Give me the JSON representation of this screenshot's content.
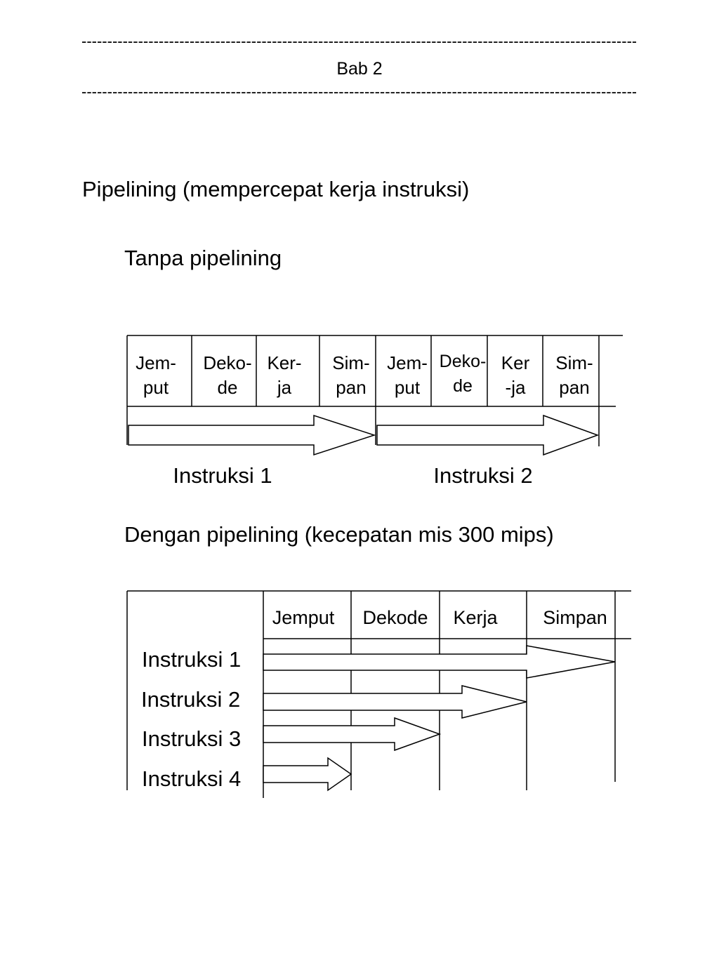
{
  "header": {
    "dashes": "----------------------------------------------------------------------------------------------------------------------------------------------------------------",
    "chapter": "Bab 2"
  },
  "main_heading": "Pipelining (mempercepat kerja instruksi)",
  "section_without": {
    "heading": "Tanpa pipelining",
    "stages": [
      {
        "line1": "Jem-",
        "line2": "put"
      },
      {
        "line1": "Deko-",
        "line2": "de"
      },
      {
        "line1": "Ker-",
        "line2": "ja"
      },
      {
        "line1": "Sim-",
        "line2": "pan"
      },
      {
        "line1": "Jem-",
        "line2": "put"
      },
      {
        "line1": "Deko-",
        "line2": "de"
      },
      {
        "line1": "Ker",
        "line2": "-ja"
      },
      {
        "line1": "Sim-",
        "line2": "pan"
      }
    ],
    "instructions": [
      "Instruksi 1",
      "Instruksi 2"
    ]
  },
  "section_with": {
    "heading": "Dengan pipelining (kecepatan mis 300 mips)",
    "columns": [
      "Jemput",
      "Dekode",
      "Kerja",
      "Simpan"
    ],
    "instructions": [
      "Instruksi 1",
      "Instruksi 2",
      "Instruksi 3",
      "Instruksi 4"
    ]
  }
}
